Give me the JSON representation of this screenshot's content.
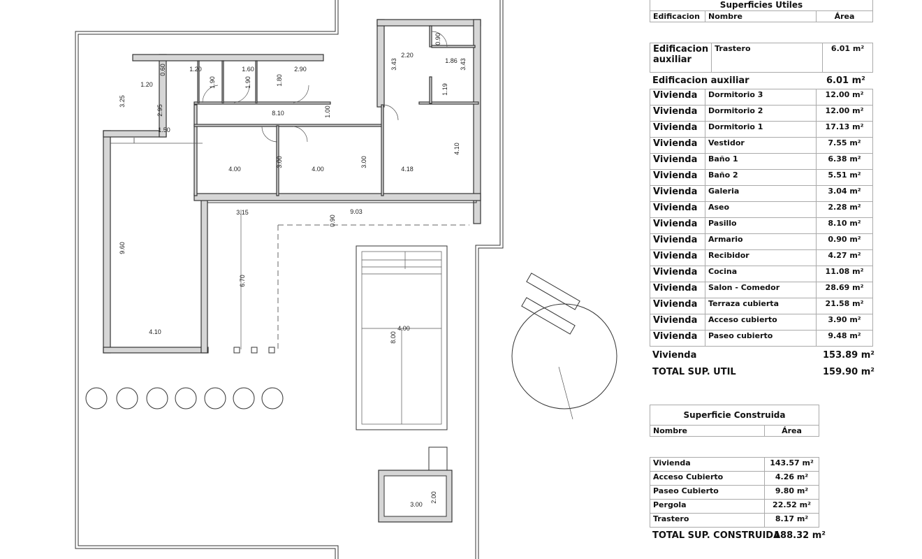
{
  "plan": {
    "dimensions": [
      "3.25",
      "1.20",
      "0.60",
      "2.95",
      "1.50",
      "1.20",
      "1.90",
      "1.60",
      "1.90",
      "1.80",
      "2.90",
      "8.10",
      "1.00",
      "2.20",
      "0.90",
      "3.43",
      "1.86",
      "3.43",
      "1.19",
      "4.00",
      "3.00",
      "4.00",
      "3.00",
      "4.18",
      "4.10",
      "3.15",
      "0.90",
      "9.03",
      "9.60",
      "6.70",
      "4.10",
      "4.00",
      "8.00",
      "3.00",
      "2.00"
    ]
  },
  "utiles": {
    "title": "Superficies Utiles",
    "headers": [
      "Edificacion",
      "Nombre",
      "Área"
    ],
    "aux_row": {
      "edificacion": "Edificacion auxiliar",
      "nombre": "Trastero",
      "area": "6.01 m²"
    },
    "aux_total": {
      "label": "Edificacion auxiliar",
      "area": "6.01 m²"
    },
    "rows": [
      {
        "edificacion": "Vivienda",
        "nombre": "Dormitorio 3",
        "area": "12.00 m²"
      },
      {
        "edificacion": "Vivienda",
        "nombre": "Dormitorio 2",
        "area": "12.00 m²"
      },
      {
        "edificacion": "Vivienda",
        "nombre": "Dormitorio 1",
        "area": "17.13 m²"
      },
      {
        "edificacion": "Vivienda",
        "nombre": "Vestidor",
        "area": "7.55 m²"
      },
      {
        "edificacion": "Vivienda",
        "nombre": "Baño 1",
        "area": "6.38 m²"
      },
      {
        "edificacion": "Vivienda",
        "nombre": "Baño 2",
        "area": "5.51 m²"
      },
      {
        "edificacion": "Vivienda",
        "nombre": "Galeria",
        "area": "3.04 m²"
      },
      {
        "edificacion": "Vivienda",
        "nombre": "Aseo",
        "area": "2.28 m²"
      },
      {
        "edificacion": "Vivienda",
        "nombre": "Pasillo",
        "area": "8.10 m²"
      },
      {
        "edificacion": "Vivienda",
        "nombre": "Armario",
        "area": "0.90 m²"
      },
      {
        "edificacion": "Vivienda",
        "nombre": "Recibidor",
        "area": "4.27 m²"
      },
      {
        "edificacion": "Vivienda",
        "nombre": "Cocina",
        "area": "11.08 m²"
      },
      {
        "edificacion": "Vivienda",
        "nombre": "Salon - Comedor",
        "area": "28.69 m²"
      },
      {
        "edificacion": "Vivienda",
        "nombre": "Terraza cubierta",
        "area": "21.58 m²"
      },
      {
        "edificacion": "Vivienda",
        "nombre": "Acceso cubierto",
        "area": "3.90 m²"
      },
      {
        "edificacion": "Vivienda",
        "nombre": "Paseo cubierto",
        "area": "9.48 m²"
      }
    ],
    "vivienda_total": {
      "label": "Vivienda",
      "area": "153.89 m²"
    },
    "grand_total": {
      "label": "TOTAL SUP. UTIL",
      "area": "159.90 m²"
    }
  },
  "construida": {
    "title": "Superficie Construida",
    "headers": [
      "Nombre",
      "Área"
    ],
    "rows": [
      {
        "nombre": "Vivienda",
        "area": "143.57 m²"
      },
      {
        "nombre": "Acceso Cubierto",
        "area": "4.26 m²"
      },
      {
        "nombre": "Paseo Cubierto",
        "area": "9.80 m²"
      },
      {
        "nombre": "Pergola",
        "area": "22.52 m²"
      },
      {
        "nombre": "Trastero",
        "area": "8.17 m²"
      }
    ],
    "total": {
      "label": "TOTAL SUP. CONSTRUIDA",
      "area": "188.32 m²"
    }
  }
}
